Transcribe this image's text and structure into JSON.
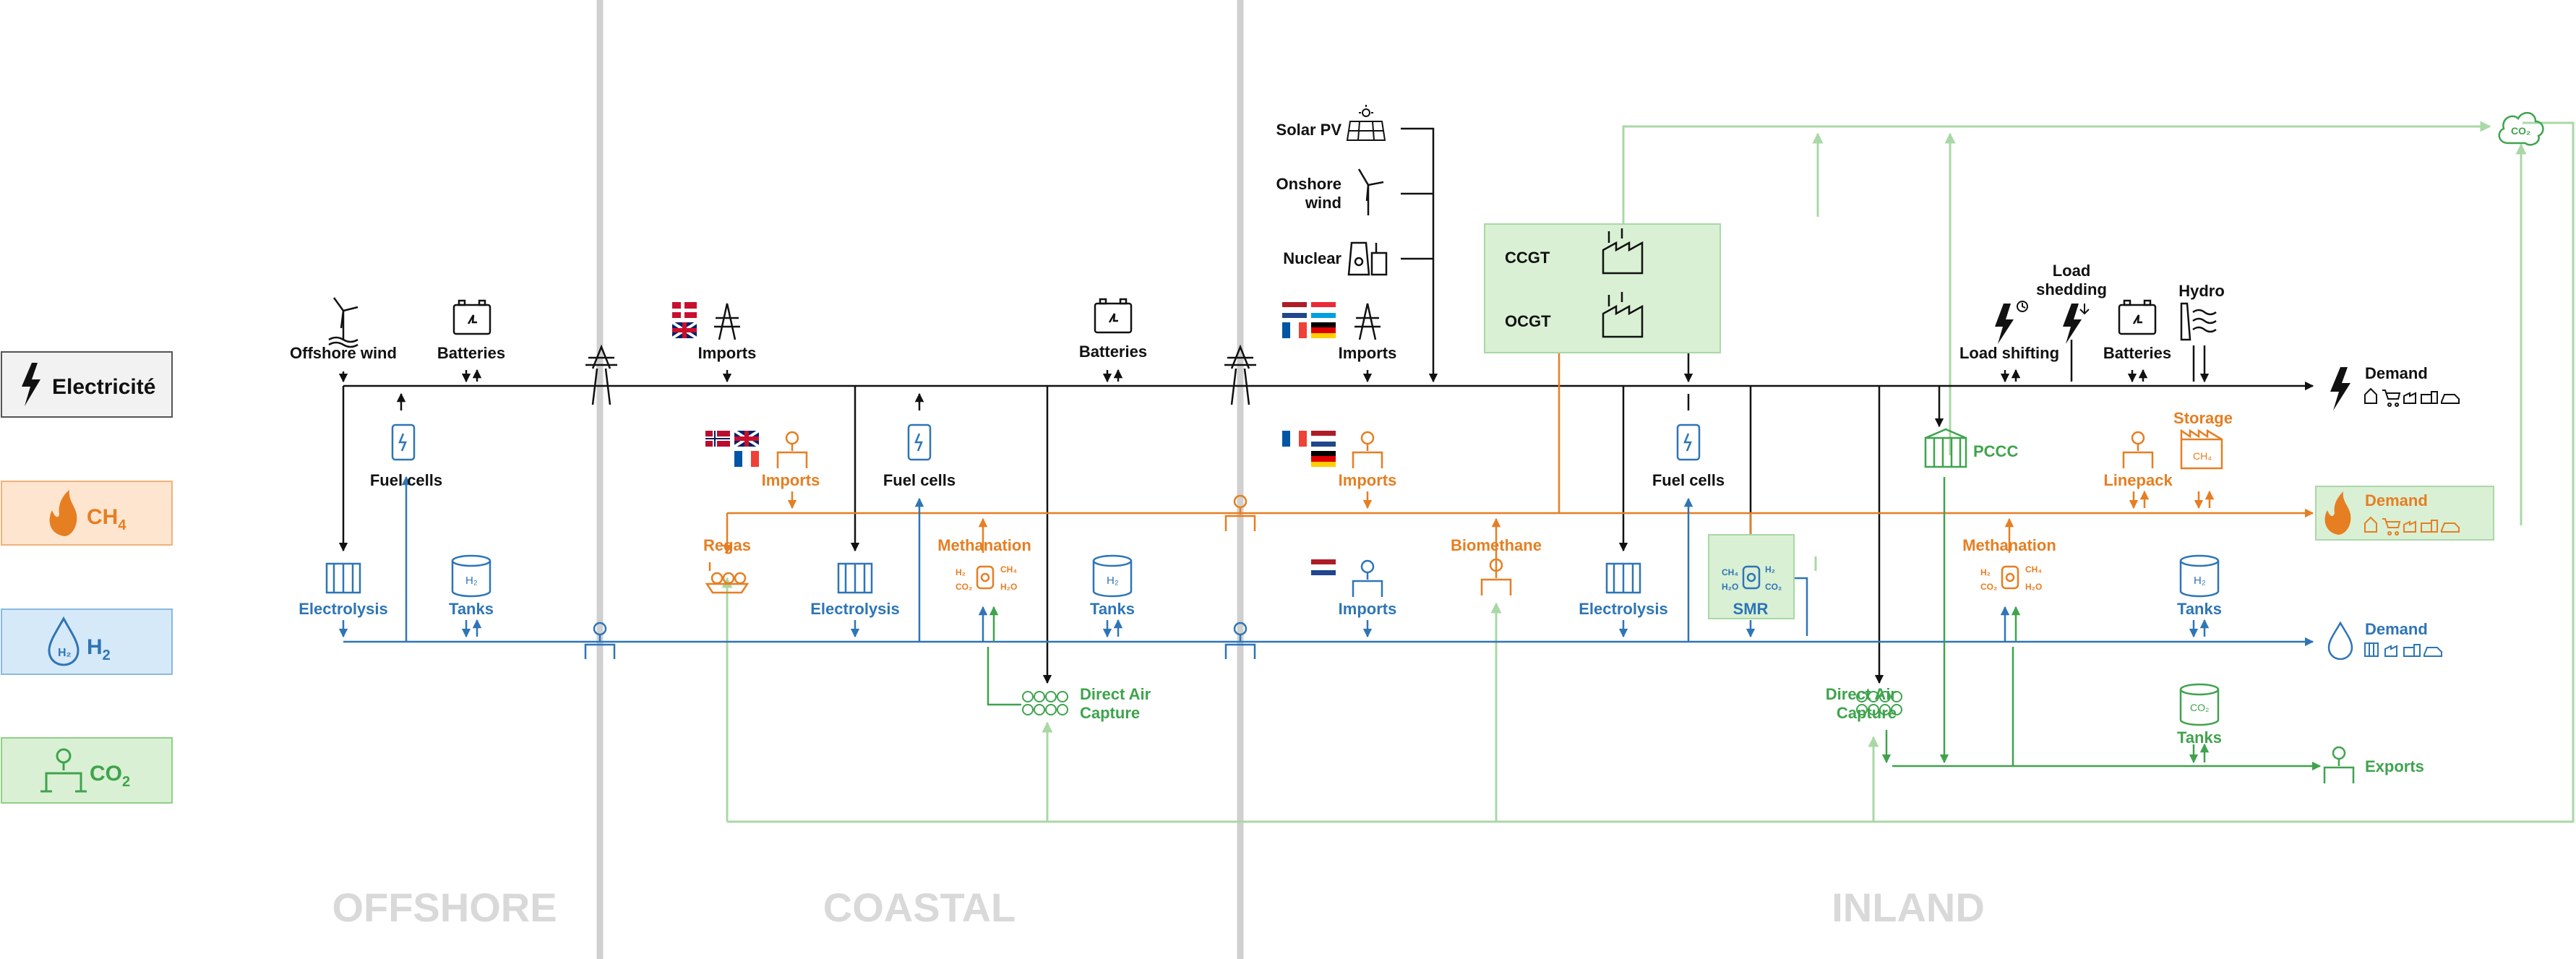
{
  "legend": {
    "electricity": "Electricité",
    "ch4": "CH",
    "ch4_sub": "4",
    "h2": "H",
    "h2_sub": "2",
    "co2": "CO",
    "co2_sub": "2"
  },
  "zones": {
    "offshore": "OFFSHORE",
    "coastal": "COASTAL",
    "inland": "INLAND"
  },
  "offshore": {
    "wind": "Offshore wind",
    "batteries": "Batteries",
    "fuel_cells": "Fuel cells",
    "electrolysis": "Electrolysis",
    "tanks": "Tanks"
  },
  "coastal": {
    "imports_elec": "Imports",
    "batteries": "Batteries",
    "imports_gas": "Imports",
    "fuel_cells": "Fuel cells",
    "regas": "Regas",
    "electrolysis": "Electrolysis",
    "methanation": "Methanation",
    "tanks": "Tanks",
    "dac": "Direct Air",
    "dac2": "Capture"
  },
  "inland": {
    "solar": "Solar PV",
    "onshore1": "Onshore",
    "onshore2": "wind",
    "nuclear": "Nuclear",
    "imports_elec": "Imports",
    "ccgt": "CCGT",
    "ocgt": "OCGT",
    "imports_gas": "Imports",
    "biomethane": "Biomethane",
    "fuel_cells": "Fuel cells",
    "imports_h2": "Imports",
    "electrolysis": "Electrolysis",
    "smr": "SMR",
    "pccc": "PCCC",
    "load_shifting": "Load shifting",
    "load_shedding1": "Load",
    "load_shedding2": "shedding",
    "batteries": "Batteries",
    "hydro": "Hydro",
    "demand_elec": "Demand",
    "linepack": "Linepack",
    "storage": "Storage",
    "methanation": "Methanation",
    "demand_ch4": "Demand",
    "tanks_h2": "Tanks",
    "demand_h2": "Demand",
    "dac1": "Direct Air",
    "dac2": "Capture",
    "tanks_co2": "Tanks",
    "exports": "Exports"
  },
  "colors": {
    "electricity": "#111111",
    "ch4": "#e67e22",
    "h2": "#2e75b6",
    "co2": "#3fa34d",
    "co2_light": "#a9d8a6",
    "zone_text": "#d9d9d9",
    "zone_line": "#d0d0d0"
  },
  "icons": {
    "electricity": "lightning-icon",
    "ch4": "flame-icon",
    "h2": "droplet-icon",
    "co2": "pipe-valve-icon"
  }
}
